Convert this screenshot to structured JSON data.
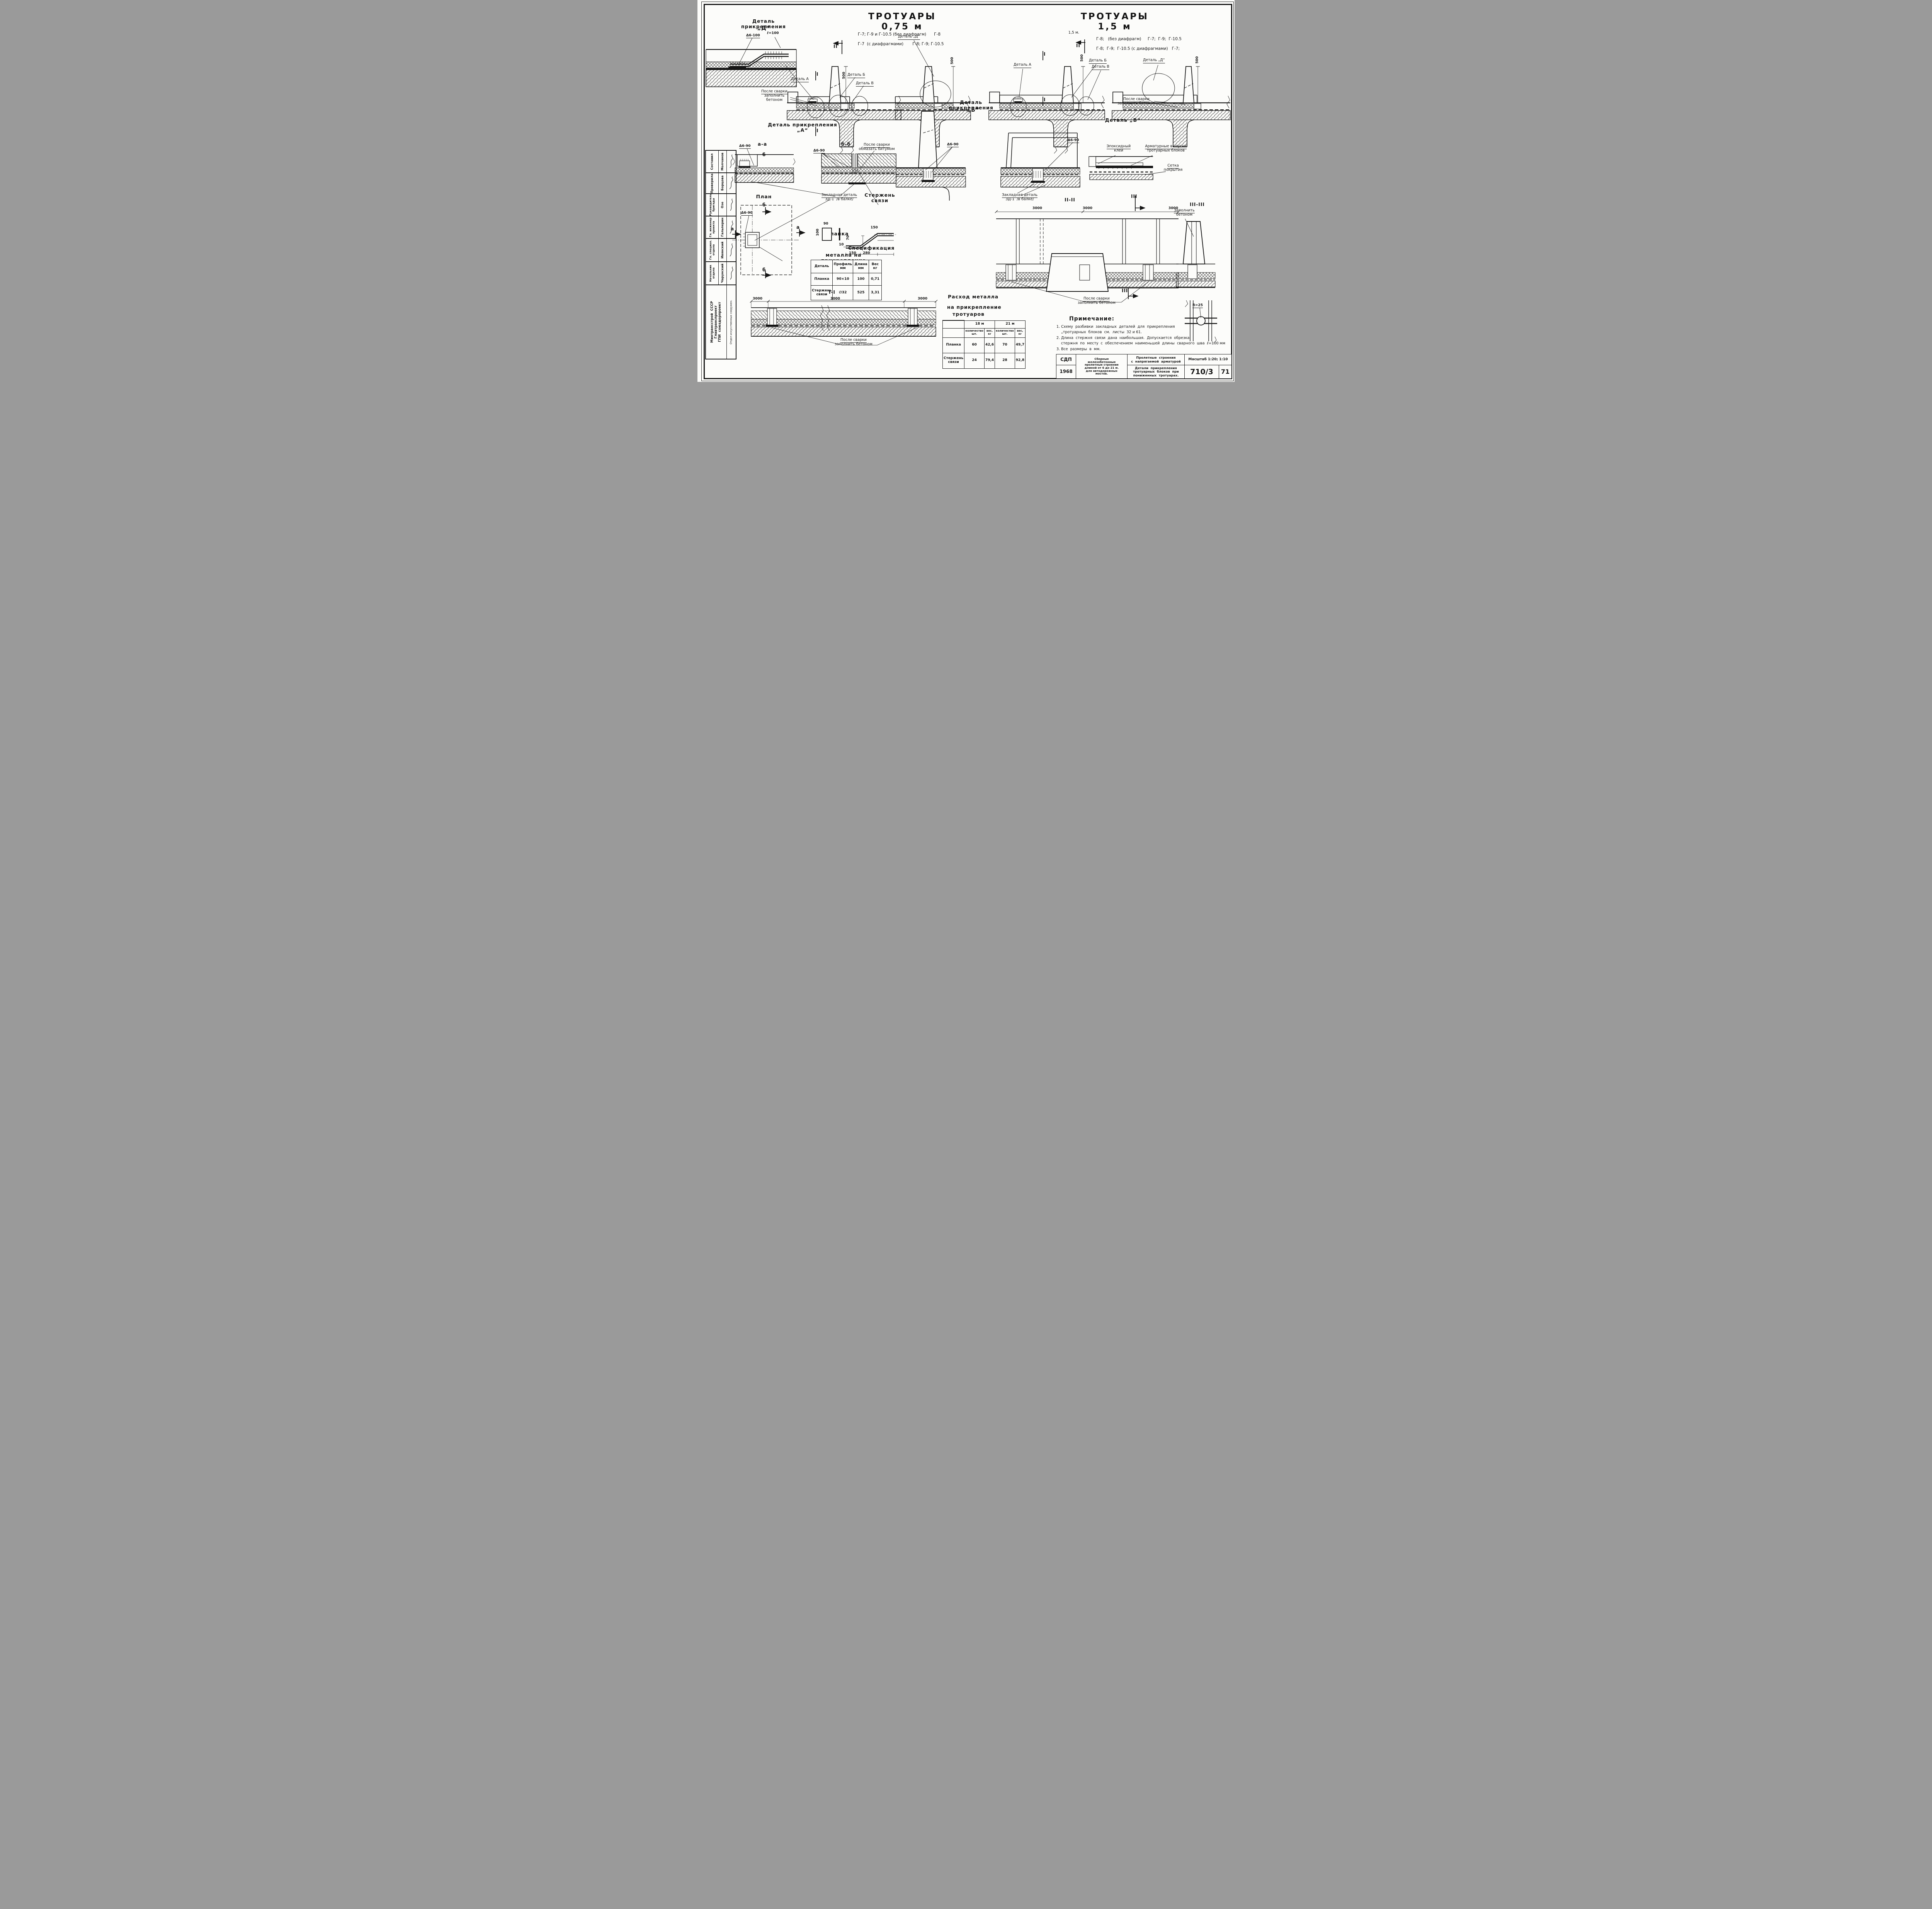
{
  "page": {
    "bg": "#fcfcfa",
    "ink": "#151515"
  },
  "titles": {
    "left": "ТРОТУАРЫ  0,75 м",
    "right": "ТРОТУАРЫ  1,5 м",
    "left_sub1": "Г-7; Г-9 и Г-10.5 (без диафрагм)      Г-8",
    "left_sub2": "Г-7  (с диафрагмами)       Г-8; Г-9; Г-10.5",
    "right_sub1": "Г-8;   (без диафрагм)     Г-7;  Г-9;  Г-10.5",
    "right_sub2": "Г-8;  Г-9;  Г-10.5 (с диафрагмами)   Г-7;",
    "width_note": "1,5 м."
  },
  "details": {
    "dd_title": "Деталь прикрепления",
    "dd_sub": "„Д“",
    "da_title": "Деталь прикрепления „А“",
    "db_title": "Деталь прикрепления",
    "db_sub": "„Б“",
    "dv_title": "Деталь „В“",
    "dd_label": "Деталь „Д“",
    "a": "Деталь А",
    "b": "Деталь Б",
    "v": "Деталь В"
  },
  "callouts": {
    "weld100": "Δ6-100",
    "l100": "ℓ=100",
    "weld90": "Δ6-90",
    "after_weld": "После сварки",
    "fill_concrete": "заполнить бетоном",
    "coat_bitumen": "обмазать битумом",
    "embed1": "Закладная деталь",
    "embed2": "ЗД-1  /в балке/",
    "rod1": "Стержень",
    "rod2": "связи",
    "plate": "Планка",
    "plan": "План",
    "epoxy1": "Эпоксидный",
    "epoxy2": "клей",
    "outlets1": "Арматурные выпуски",
    "outlets2": "тротуарных блоков",
    "mesh1": "Сетка",
    "mesh2": "покрытия",
    "fill1": "Заполнить",
    "fill2": "бетоном",
    "r25": "R=25"
  },
  "sections": {
    "i": "I",
    "ii": "II",
    "iii": "III",
    "aa": "а-а",
    "bb": "б-б",
    "a": "а",
    "b": "б",
    "ii_ii": "II-II",
    "iii_iii": "III-III",
    "i_i": "I-I"
  },
  "dims": {
    "d500": "500",
    "d3000": "3000",
    "d90": "90",
    "d100": "100",
    "d10": "10",
    "d70": "70",
    "d150": "150",
    "d280": "280"
  },
  "spec": {
    "t1": "Спецификация",
    "t2": "металла на прикрепление тротуаров",
    "h_detail": "Деталь",
    "h_profile": "Профиль\nмм",
    "h_len": "Длина\nмм",
    "h_wt": "Вес\nкг",
    "r1c1": "Планка",
    "r1c2": "90×10",
    "r1c3": "100",
    "r1c4": "0,71",
    "r2c1": "Стержень\nсвязи",
    "r2c2": "∅32",
    "r2c3": "525",
    "r2c4": "3,31"
  },
  "usage": {
    "t1": "Расход металла",
    "t2": "на прикрепление",
    "t3": "тротуаров",
    "g18": "18 м",
    "g21": "21 м",
    "qty": "количество\nшт.",
    "wt": "вес,\nкг",
    "r1c1": "Планка",
    "r1c2": "60",
    "r1c3": "42,6",
    "r1c4": "70",
    "r1c5": "49,7",
    "r2c1": "Стержень\nсвязи",
    "r2c2": "24",
    "r2c3": "79,4",
    "r2c4": "28",
    "r2c5": "92,8"
  },
  "notes": {
    "title": "Примечание:",
    "n1a": "1. Схему  разбивки  закладных  деталей  для  прикрепления",
    "n1b": "„тротуарных  блоков  см.  листы  32 и 61.",
    "n2a": "2. Длина  стержня  связи  дана  наибольшая.  Допускается  обрезка",
    "n2b": "стержня  по  месту  с  обеспечением  наименьшей  длины  сварного  шва  ℓ=100 мм",
    "n3": "3. Все  размеры  в  мм."
  },
  "tb": {
    "code": "СДП",
    "year": "1968",
    "series": "Сборные\nжелезобетонные\nпролетные строения\nдлиной от 6 до 21 м.\nдля автодорожных\nмостов.",
    "top": "Пролетные  строения\nс  напрягаемой  арматурой",
    "name": "Детали  прикрепления\nтротуарных  блоков  при\nпониженных  тротуарах.",
    "scale": "Масштаб 1:20; 1:10",
    "num": "710/3",
    "list": "71"
  },
  "stamp": {
    "r1_role": "Составил",
    "r1_name": "Молчанов",
    "r2_role": "Проверила",
    "r2_name": "Борцова",
    "r3_role": "Руководитель\nбригады",
    "r3_name": "Озе",
    "r4_role": "Гл. инженер\nпроекта",
    "r4_name": "Гальперин",
    "r5_role": "Гл. специал.\nотдела",
    "r5_name": "Ивянский",
    "r6_role": "Начальник\nотдела",
    "r6_name": "Чарунский",
    "org": "Минтрансстрой  СССР\nГлавтранспроект\nГПИ  союздорпроект",
    "dept": "Отдел искусственных сооружен."
  }
}
